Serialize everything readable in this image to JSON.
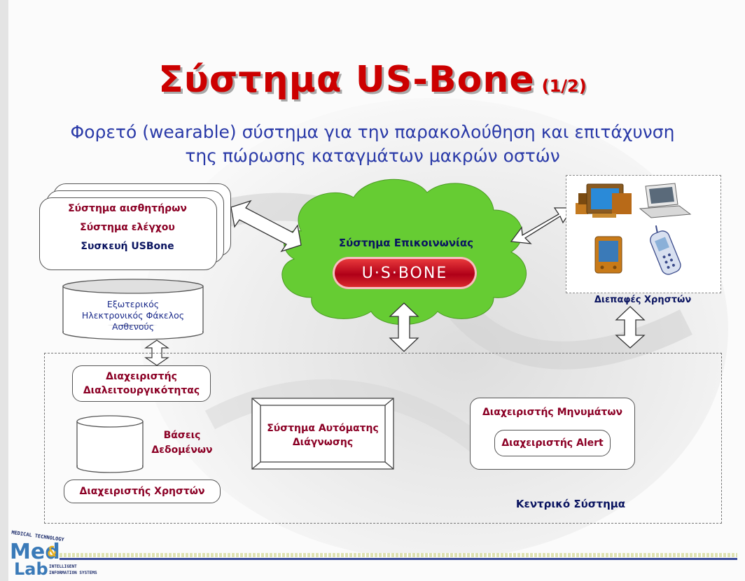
{
  "title": {
    "main": "Σύστημα US-Bone",
    "part": "(1/2)"
  },
  "subtitle": {
    "line1": "Φορετό (wearable) σύστημα για την παρακολούθηση και επιτάχυνση",
    "line2": "της πώρωσης καταγμάτων μακρών οστών"
  },
  "device": {
    "line1": "Σύστημα αισθητήρων",
    "line2": "Σύστημα ελέγχου",
    "line3": "Συσκευή USBone"
  },
  "cloud": {
    "label": "Σύστημα Επικοινωνίας",
    "badge": "U·S·BONE"
  },
  "interfaces": {
    "label": "Διεπαφές Χρηστών"
  },
  "ehr": {
    "line1": "Εξωτερικός",
    "line2": "Ηλεκτρονικός Φάκελος",
    "line3": "Ασθενούς"
  },
  "central": {
    "label": "Κεντρικό Σύστημα",
    "interop_line1": "Διαχειριστής",
    "interop_line2": "Διαλειτουργικότητας",
    "db_line1": "Βάσεις",
    "db_line2": "Δεδομένων",
    "users_manager": "Διαχειριστής Χρηστών",
    "diagnosis_line1": "Σύστημα Αυτόματης",
    "diagnosis_line2": "Διάγνωσης",
    "messages_manager": "Διαχειριστής Μηνυμάτων",
    "alert_manager": "Διαχειριστής Alert"
  },
  "logo": {
    "top": "MEDICAL TECHNOLOGY",
    "main1": "Med",
    "main2": "Lab",
    "amp": "&",
    "bottom1": "INTELLIGENT",
    "bottom2": "INFORMATION SYSTEMS"
  },
  "colors": {
    "title": "#cc0000",
    "subtitle": "#2a3aa8",
    "labels": "#8b0025",
    "cloud": "#66cc33"
  }
}
